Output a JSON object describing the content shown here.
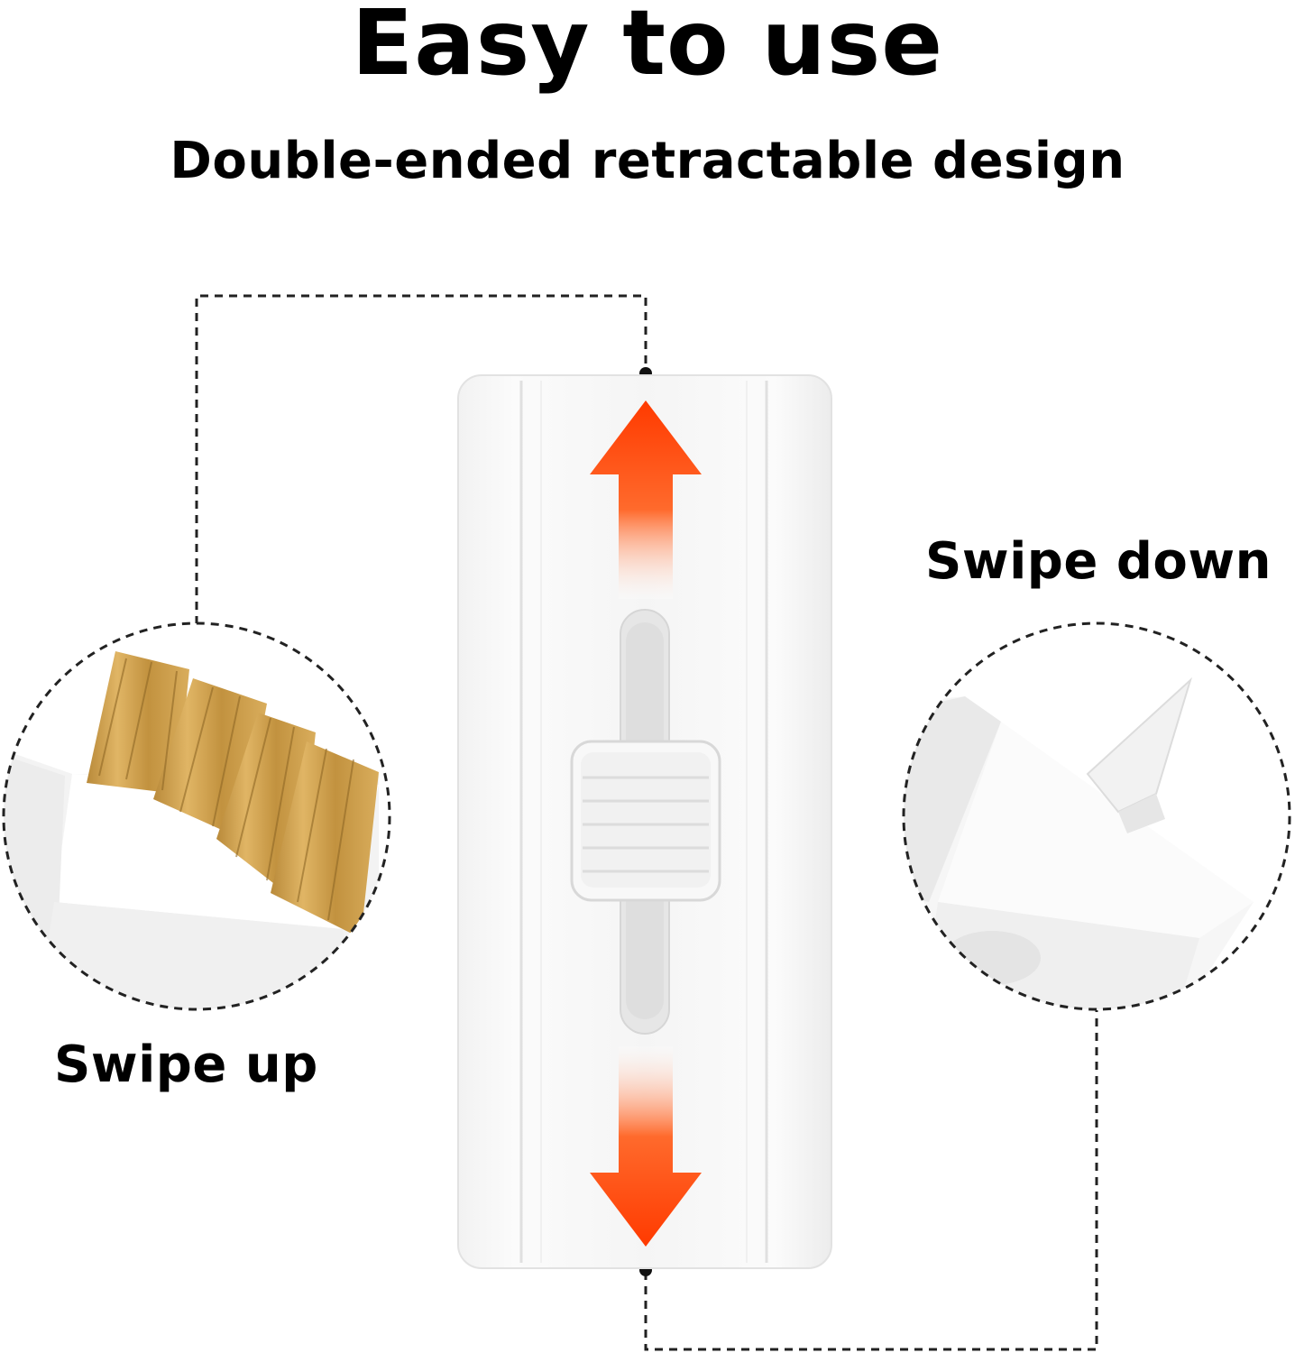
{
  "header": {
    "title": "Easy to use",
    "subtitle": "Double-ended retractable design"
  },
  "labels": {
    "swipe_up": "Swipe up",
    "swipe_down": "Swipe down"
  },
  "colors": {
    "arrow": "#ff4a14",
    "arrow_light": "#ff9a70",
    "bristle": "#c79a4a",
    "body": "#f4f4f4"
  },
  "icons": {
    "up_arrow": "arrow-up-icon",
    "down_arrow": "arrow-down-icon"
  }
}
